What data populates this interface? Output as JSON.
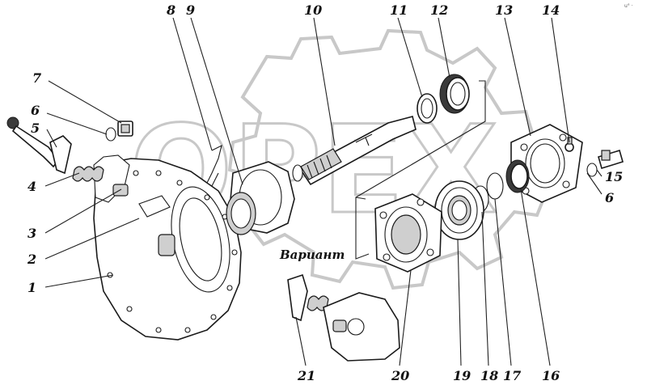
{
  "figure": {
    "variant_label": "Вариант",
    "watermark_text": "OPEX",
    "corner_mark": "u° ·",
    "callouts": [
      {
        "id": "1",
        "text": "1"
      },
      {
        "id": "2",
        "text": "2"
      },
      {
        "id": "3",
        "text": "3"
      },
      {
        "id": "4",
        "text": "4"
      },
      {
        "id": "5",
        "text": "5"
      },
      {
        "id": "6a",
        "text": "6"
      },
      {
        "id": "7",
        "text": "7"
      },
      {
        "id": "8",
        "text": "8"
      },
      {
        "id": "9",
        "text": "9"
      },
      {
        "id": "10",
        "text": "10"
      },
      {
        "id": "11",
        "text": "11"
      },
      {
        "id": "12",
        "text": "12"
      },
      {
        "id": "13",
        "text": "13"
      },
      {
        "id": "14",
        "text": "14"
      },
      {
        "id": "15",
        "text": "15"
      },
      {
        "id": "6b",
        "text": "6"
      },
      {
        "id": "16",
        "text": "16"
      },
      {
        "id": "17",
        "text": "17"
      },
      {
        "id": "18",
        "text": "18"
      },
      {
        "id": "19",
        "text": "19"
      },
      {
        "id": "20",
        "text": "20"
      },
      {
        "id": "21",
        "text": "21"
      }
    ]
  }
}
